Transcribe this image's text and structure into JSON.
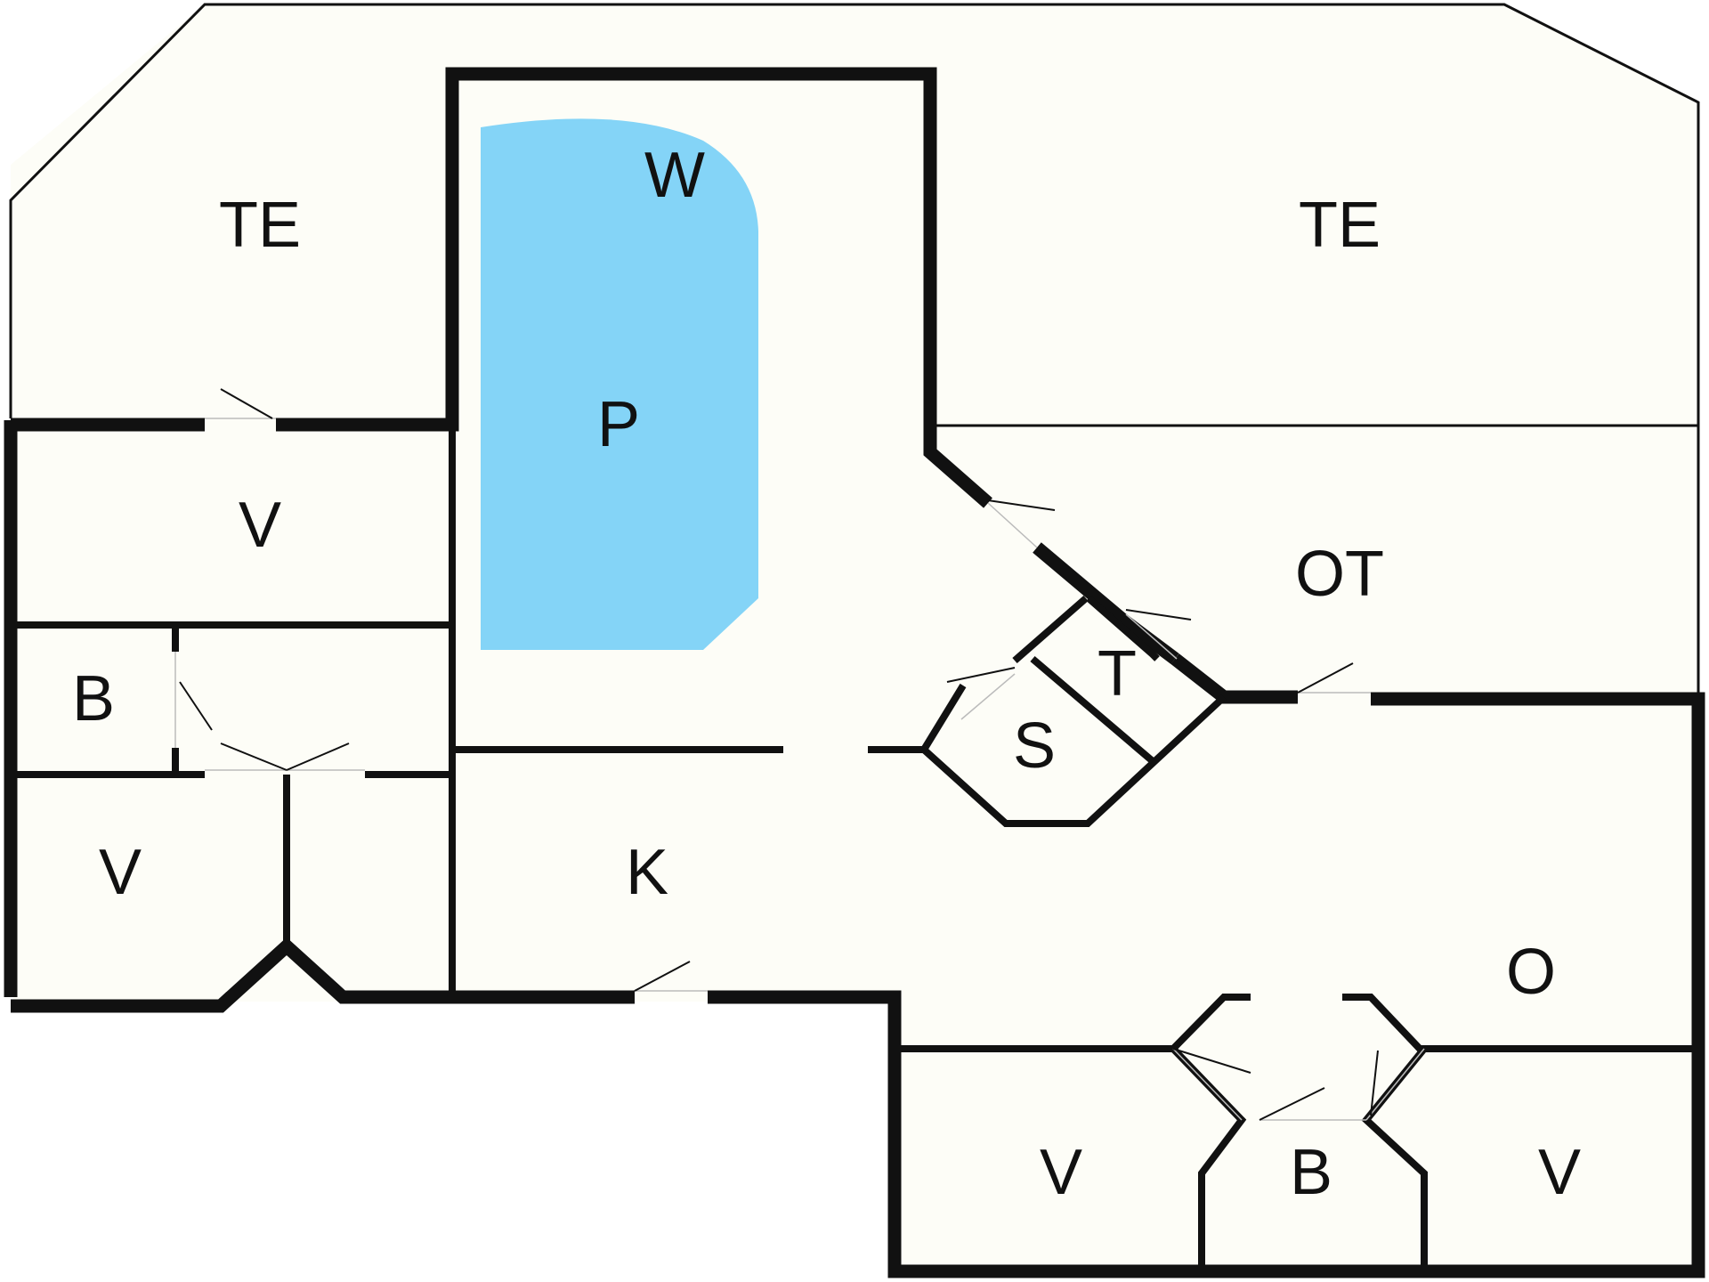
{
  "colors": {
    "pool": "#84d4f7",
    "floor": "#fdfdf7",
    "wall": "#111111"
  },
  "rooms": {
    "te_left": "TE",
    "te_right": "TE",
    "w": "W",
    "p": "P",
    "v_left_top": "V",
    "b_left": "B",
    "v_left_bottom": "V",
    "ot": "OT",
    "t": "T",
    "s": "S",
    "k": "K",
    "o": "O",
    "v_bottom_left": "V",
    "b_bottom": "B",
    "v_bottom_right": "V"
  }
}
